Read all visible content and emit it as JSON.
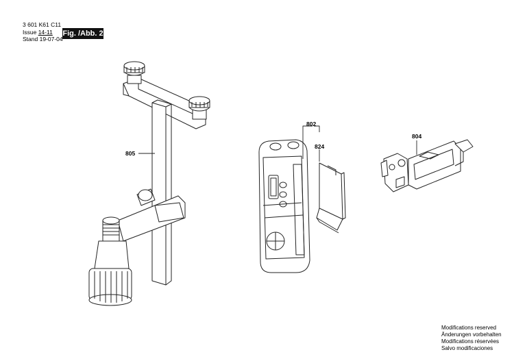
{
  "header": {
    "doc_number": "3 601 K61 C11",
    "issue_label": "Issue",
    "issue_value": "14-11",
    "stand_label": "Stand",
    "stand_value": "19-07-04",
    "figure_tag": "Fig. /Abb. 2"
  },
  "parts": {
    "p805": "805",
    "p802": "802",
    "p824": "824",
    "p804": "804"
  },
  "notes": [
    "Modifications reserved",
    "Änderungen vorbehalten",
    "Modifications réservées",
    "Salvo modificaciones"
  ]
}
